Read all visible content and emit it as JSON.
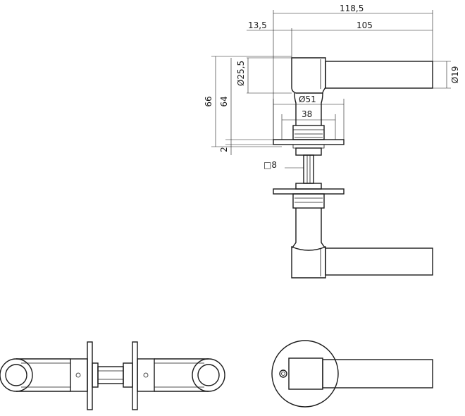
{
  "dimensions": {
    "overall_length": "118,5",
    "offset": "13,5",
    "lever_length": "105",
    "rose_height": "25,5",
    "lever_diameter": "19",
    "rose_diameter": "51",
    "rose_inner": "38",
    "height_66": "66",
    "height_64": "64",
    "thickness": "2",
    "spindle": "8"
  },
  "symbols": {
    "diameter": "Ø",
    "square": "□"
  }
}
